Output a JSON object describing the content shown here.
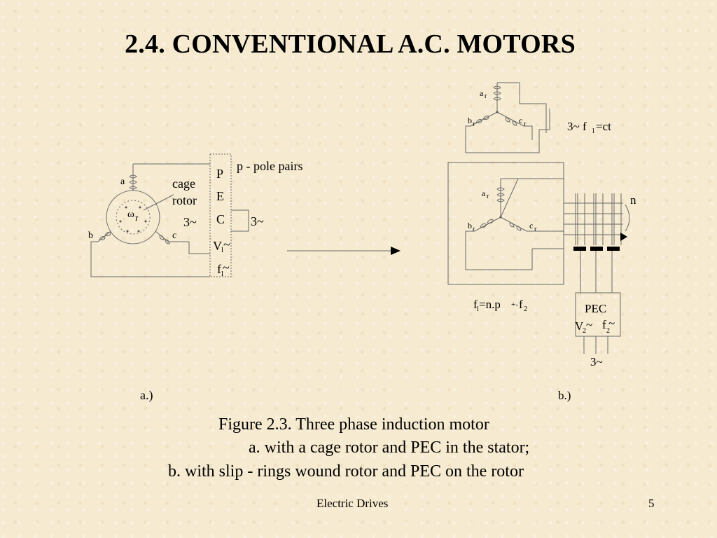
{
  "slide": {
    "title": "2.4. CONVENTIONAL A.C. MOTORS",
    "footer_text": "Electric Drives",
    "page_number": "5"
  },
  "figure_a": {
    "phase_a": "a",
    "phase_b": "b",
    "phase_c": "c",
    "cage_label_1": "cage",
    "cage_label_2": "rotor",
    "omega": "ω",
    "omega_sub": "r",
    "pec_letters": [
      "P",
      "E",
      "C"
    ],
    "pole_pairs": "p - pole pairs",
    "three_phase_left": "3~",
    "three_phase_right": "3~",
    "v_label": "V",
    "v_sub": "l",
    "v_tilde": "~",
    "f_label": "f",
    "f_sub": "l",
    "f_tilde": "~",
    "label": "a.)"
  },
  "figure_b": {
    "rotor_a": "a",
    "rotor_a_sub": "r",
    "rotor_b": "b",
    "rotor_b_sub": "r",
    "rotor_c": "c",
    "rotor_c_sub": "r",
    "stator_a": "a",
    "stator_a_sub": "r",
    "stator_b": "b",
    "stator_b_sub": "r",
    "stator_c": "c",
    "stator_c_sub": "r",
    "supply": "3~ f",
    "supply_sub": "l",
    "supply_ct": " =ct",
    "speed": "n",
    "formula_f": "f",
    "formula_sub1": "l",
    "formula_mid": " =n.p",
    "formula_pm": "+-",
    "formula_f2": "f",
    "formula_sub2": "2",
    "pec": "PEC",
    "v2": "V",
    "v2_sub": "2",
    "v2_tilde": "~",
    "f2": "f",
    "f2_sub": "2",
    "f2_tilde": "~",
    "three_phase": "3~",
    "label": "b.)"
  },
  "caption": {
    "line1": "Figure 2.3. Three phase induction motor",
    "line2": "a. with a cage rotor and PEC in the stator;",
    "line3": "b. with slip - rings wound rotor and PEC on the rotor"
  }
}
